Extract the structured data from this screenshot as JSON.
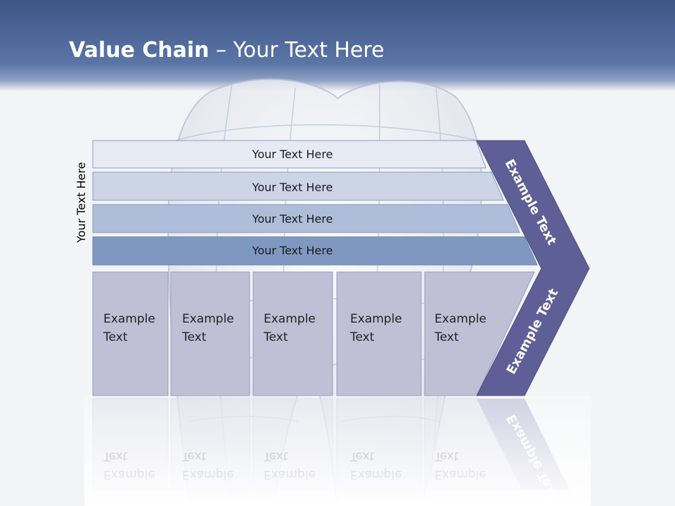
{
  "title": {
    "bold": "Value Chain",
    "rest": " – Your Text Here"
  },
  "side_label": "Your Text Here",
  "rows": [
    "Your Text Here",
    "Your Text Here",
    "Your Text Here",
    "Your Text Here"
  ],
  "boxes": [
    [
      "Example",
      "Text"
    ],
    [
      "Example",
      "Text"
    ],
    [
      "Example",
      "Text"
    ],
    [
      "Example",
      "Text"
    ],
    [
      "Example",
      "Text"
    ]
  ],
  "chevron": {
    "upper": "Example Text",
    "lower": "Example Text"
  },
  "colors": {
    "row_fills": [
      "#e6ebf3",
      "#cbd5e6",
      "#aebdd9",
      "#7f98c2"
    ],
    "box_fill": "#bfc0d6",
    "chevron_fill": "#5f5f97"
  }
}
